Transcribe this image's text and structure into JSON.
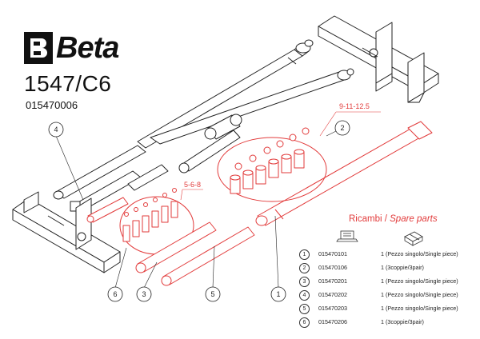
{
  "brand": {
    "logo_text": "Beta",
    "model": "1547/C6",
    "code": "015470006"
  },
  "callouts": {
    "c1": "1",
    "c2": "2",
    "c3": "3",
    "c4": "4",
    "c5": "5",
    "c6": "6",
    "size_label_2": "9-11-12.5",
    "size_label_6": "5-6-8"
  },
  "spare_parts": {
    "title_it": "Ricambi",
    "separator": " / ",
    "title_en": "Spare parts",
    "rows": [
      {
        "num": "1",
        "code": "015470101",
        "desc": "1 (Pezzo singolo/Single piece)"
      },
      {
        "num": "2",
        "code": "015470106",
        "desc": "1 (3coppie/3pair)"
      },
      {
        "num": "3",
        "code": "015470201",
        "desc": "1 (Pezzo singolo/Single piece)"
      },
      {
        "num": "4",
        "code": "015470202",
        "desc": "1 (Pezzo singolo/Single piece)"
      },
      {
        "num": "5",
        "code": "015470203",
        "desc": "1 (Pezzo singolo/Single piece)"
      },
      {
        "num": "6",
        "code": "015470206",
        "desc": "1 (3coppie/3pair)"
      }
    ]
  },
  "colors": {
    "highlight": "#e23b3b",
    "line": "#222222",
    "background": "#ffffff"
  },
  "icons": [
    "laptop-icon",
    "parts-box-icon",
    "beta-logo-icon"
  ]
}
